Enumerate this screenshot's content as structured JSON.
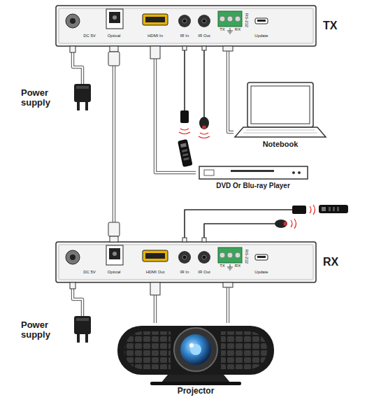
{
  "diagram": {
    "nodes": [
      {
        "text": [
          "TX",
          "DC 5V",
          "Optical",
          "HDMI In",
          "IR In",
          "IR Out",
          "TX",
          "RX",
          "RS-232",
          "Update"
        ]
      },
      {
        "text": [
          "Power supply"
        ]
      },
      {
        "text": [
          "Notebook"
        ]
      },
      {
        "text": [
          "DVD Or Blu-ray Player"
        ]
      },
      {
        "text": [
          "RX",
          "DC 5V",
          "Optical",
          "HDMI Out",
          "IR In",
          "IR Out",
          "TX",
          "RX",
          "RS-232",
          "Update"
        ]
      },
      {
        "text": [
          "Power supply"
        ]
      },
      {
        "text": [
          "Projector"
        ]
      }
    ],
    "edges": [
      {
        "from": 1,
        "to": 0,
        "arrow": "none"
      },
      {
        "from": 3,
        "to": 0,
        "arrow": "none"
      },
      {
        "from": 2,
        "to": 0,
        "arrow": "none"
      },
      {
        "from": 0,
        "to": 4,
        "arrow": "none"
      },
      {
        "from": 5,
        "to": 4,
        "arrow": "none"
      },
      {
        "from": 4,
        "to": 6,
        "arrow": "none"
      },
      {
        "from": 4,
        "to": 6,
        "arrow": "none"
      }
    ]
  }
}
